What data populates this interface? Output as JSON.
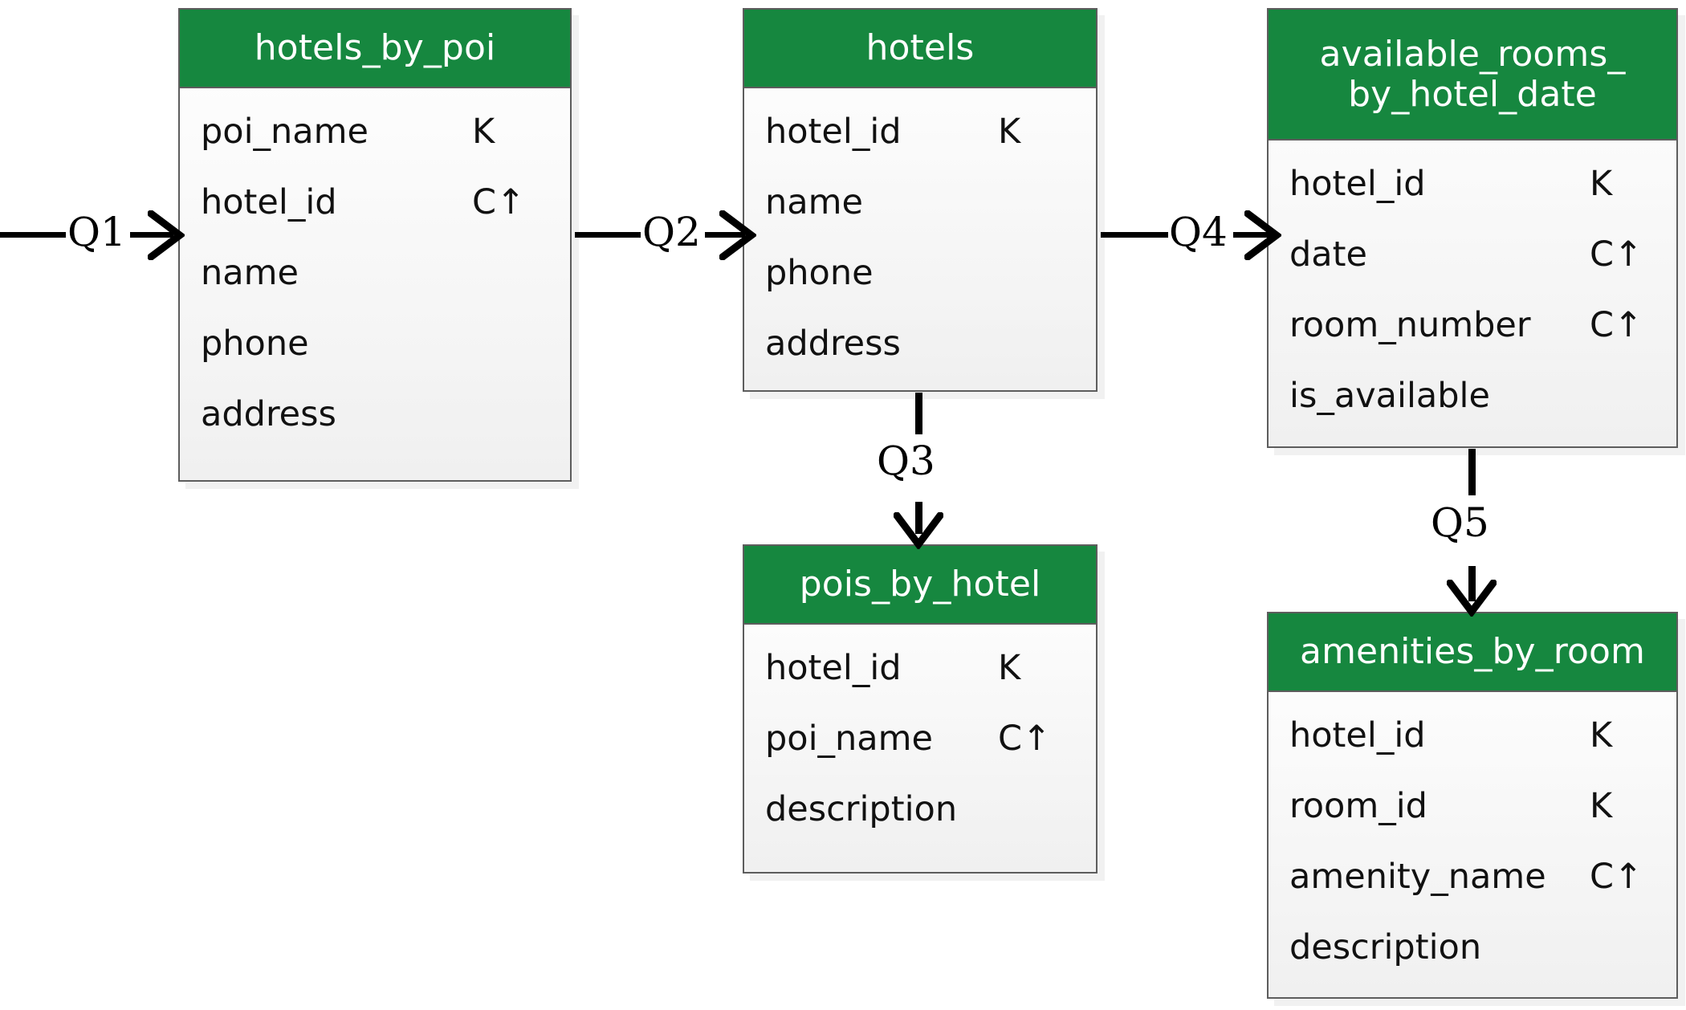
{
  "diagram": {
    "title_text": "",
    "colors": {
      "header_green": "#16873F",
      "border_gray": "#5D5D5D",
      "body_gradient_top": "#FFFFFF",
      "body_gradient_bottom": "#F0F0F0",
      "text_black": "#111111",
      "header_text": "#FFFFFF"
    },
    "key_legend": {
      "partition_key": "K",
      "clustering_asc": "C↑"
    }
  },
  "tables": [
    {
      "id": "hotels_by_poi",
      "title": "hotels_by_poi",
      "columns": [
        {
          "name": "poi_name",
          "key": "K"
        },
        {
          "name": "hotel_id",
          "key": "C↑"
        },
        {
          "name": "name",
          "key": ""
        },
        {
          "name": "phone",
          "key": ""
        },
        {
          "name": "address",
          "key": ""
        }
      ]
    },
    {
      "id": "hotels",
      "title": "hotels",
      "columns": [
        {
          "name": "hotel_id",
          "key": "K"
        },
        {
          "name": "name",
          "key": ""
        },
        {
          "name": "phone",
          "key": ""
        },
        {
          "name": "address",
          "key": ""
        }
      ]
    },
    {
      "id": "available_rooms_by_hotel_date",
      "title": "available_rooms_\nby_hotel_date",
      "columns": [
        {
          "name": "hotel_id",
          "key": "K"
        },
        {
          "name": "date",
          "key": "C↑"
        },
        {
          "name": "room_number",
          "key": "C↑"
        },
        {
          "name": "is_available",
          "key": ""
        }
      ]
    },
    {
      "id": "pois_by_hotel",
      "title": "pois_by_hotel",
      "columns": [
        {
          "name": "hotel_id",
          "key": "K"
        },
        {
          "name": "poi_name",
          "key": "C↑"
        },
        {
          "name": "description",
          "key": ""
        }
      ]
    },
    {
      "id": "amenities_by_room",
      "title": "amenities_by_room",
      "columns": [
        {
          "name": "hotel_id",
          "key": "K"
        },
        {
          "name": "room_id",
          "key": "K"
        },
        {
          "name": "amenity_name",
          "key": "C↑"
        },
        {
          "name": "description",
          "key": ""
        }
      ]
    }
  ],
  "edges": [
    {
      "id": "q1",
      "label": "Q1",
      "from": "",
      "to": "hotels_by_poi",
      "direction": "right"
    },
    {
      "id": "q2",
      "label": "Q2",
      "from": "hotels_by_poi",
      "to": "hotels",
      "direction": "right"
    },
    {
      "id": "q4",
      "label": "Q4",
      "from": "hotels",
      "to": "available_rooms_by_hotel_date",
      "direction": "right"
    },
    {
      "id": "q3",
      "label": "Q3",
      "from": "hotels",
      "to": "pois_by_hotel",
      "direction": "down"
    },
    {
      "id": "q5",
      "label": "Q5",
      "from": "available_rooms_by_hotel_date",
      "to": "amenities_by_room",
      "direction": "down"
    }
  ]
}
